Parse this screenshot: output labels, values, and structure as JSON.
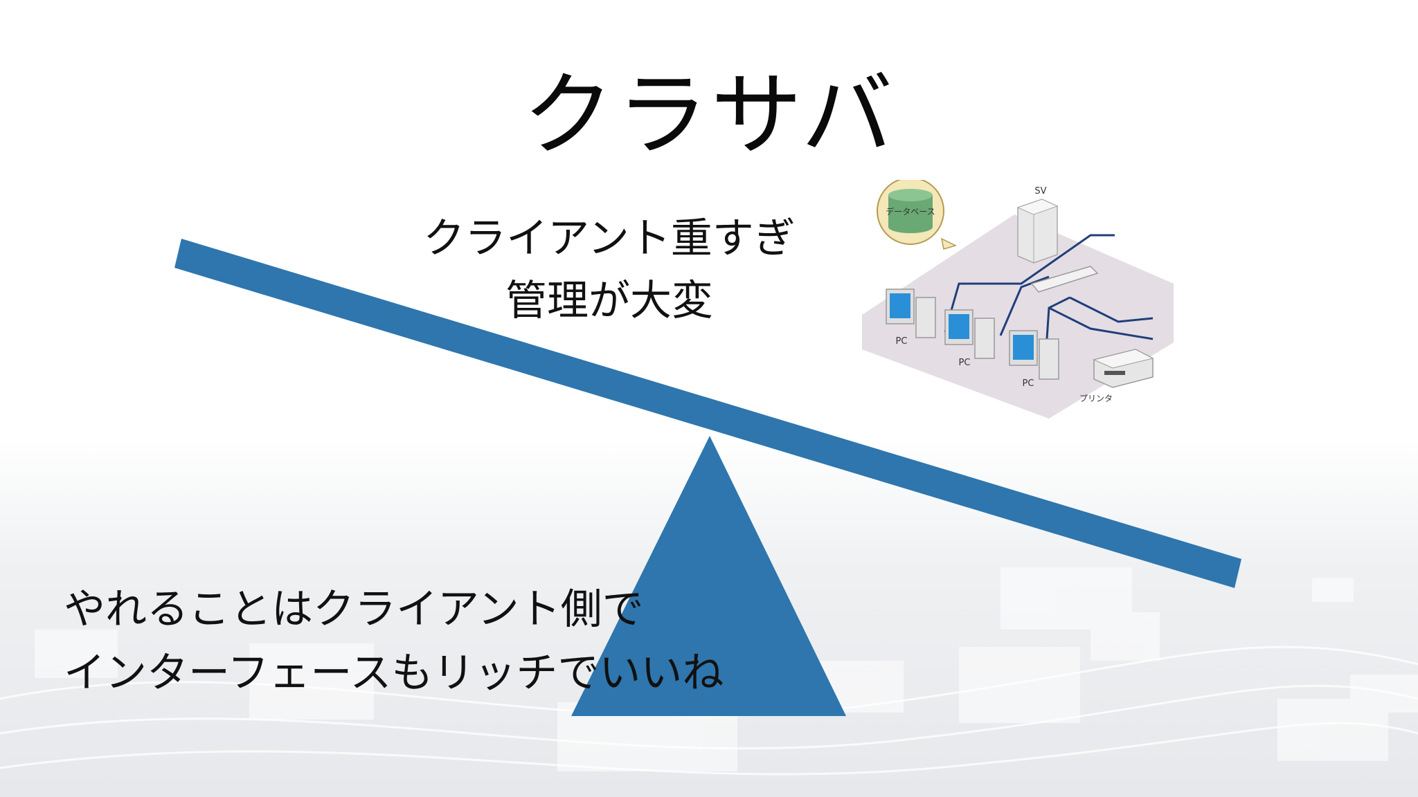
{
  "slide": {
    "title": "クラサバ",
    "cons_lines": [
      "クライアント重すぎ",
      "管理が大変"
    ],
    "pros_lines": [
      "やれることはクライアント側で",
      "インターフェースもリッチでいいね"
    ]
  },
  "diagram": {
    "database_label": "データベース",
    "server_label": "SV",
    "pc_labels": [
      "PC",
      "PC",
      "PC"
    ],
    "printer_label": "プリンタ"
  },
  "colors": {
    "seesaw_blue": "#2e76ad",
    "network_line": "#1f3f7a",
    "floor": "#e4dde4",
    "database_green": "#6aa874"
  }
}
